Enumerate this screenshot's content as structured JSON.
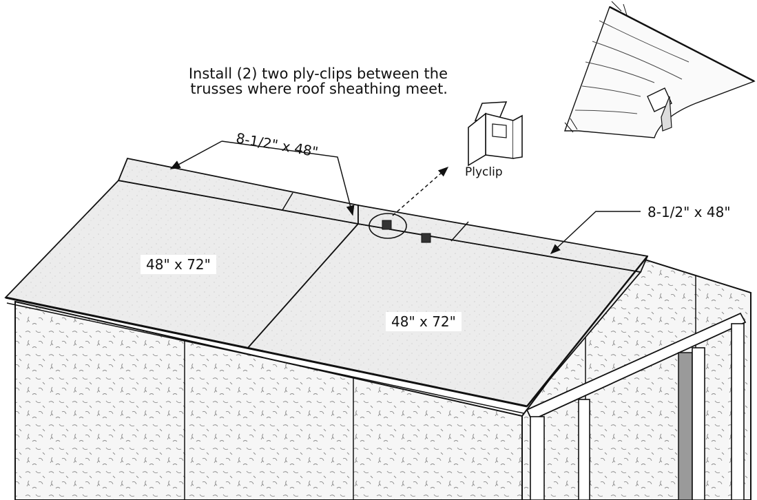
{
  "instruction": {
    "line1": "Install (2) two ply-clips between the",
    "line2": "trusses where roof sheathing meet."
  },
  "labels": {
    "strip_left": "8-1/2\" x 48\"",
    "strip_right": "8-1/2\" x 48\"",
    "panel_left": "48\" x 72\"",
    "panel_right": "48\" x 72\"",
    "plyclip": "Plyclip"
  },
  "colors": {
    "line": "#111111",
    "roof_fill": "#ececec",
    "wall_fill": "#f4f4f4",
    "door_fill": "#9a9a9a"
  }
}
